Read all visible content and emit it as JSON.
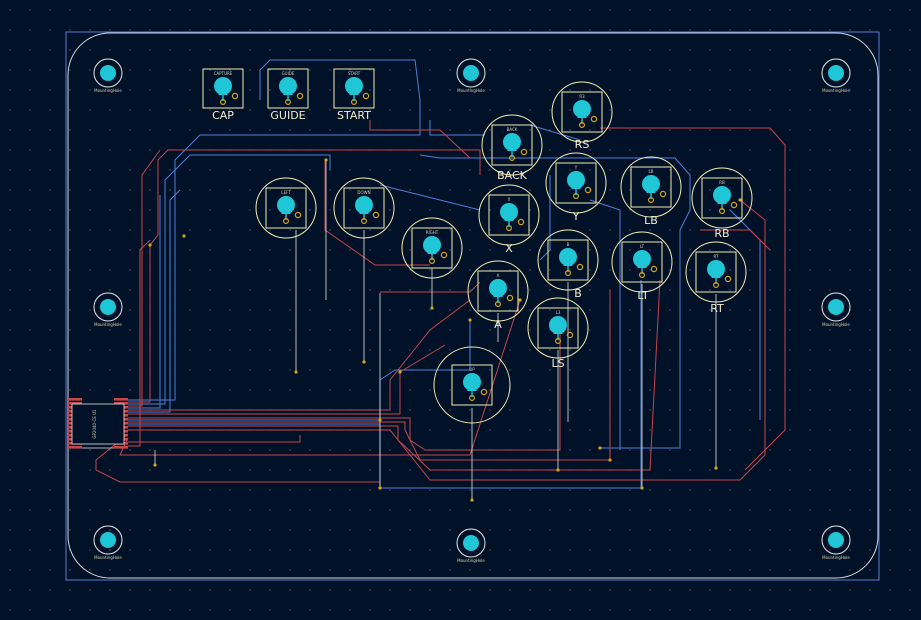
{
  "colors": {
    "background": "#011127",
    "board_outline": "#d9d9d9",
    "edge_cuts": "#5b7bd6",
    "silkscreen": "#f2ecb0",
    "pad": "#1fc6d6",
    "trace_front": "#c8454a",
    "trace_back": "#4f7fd8",
    "via": "#d8a41a"
  },
  "connector": {
    "label": "GP2040-CE\nU1"
  },
  "mounting_holes": [
    {
      "id": "mh-tl",
      "label": "MountingHole"
    },
    {
      "id": "mh-tc",
      "label": "MountingHole"
    },
    {
      "id": "mh-tr",
      "label": "MountingHole"
    },
    {
      "id": "mh-ml",
      "label": "MountingHole"
    },
    {
      "id": "mh-mr",
      "label": "MountingHole"
    },
    {
      "id": "mh-bl",
      "label": "MountingHole"
    },
    {
      "id": "mh-bc",
      "label": "MountingHole"
    },
    {
      "id": "mh-br",
      "label": "MountingHole"
    }
  ],
  "small_buttons": [
    {
      "id": "cap",
      "label": "CAP",
      "ref": "CAPTURE"
    },
    {
      "id": "guide",
      "label": "GUIDE",
      "ref": "GUIDE"
    },
    {
      "id": "start",
      "label": "START",
      "ref": "START"
    }
  ],
  "arcade_buttons": [
    {
      "id": "left",
      "label": "",
      "ref": "LEFT"
    },
    {
      "id": "down",
      "label": "",
      "ref": "DOWN"
    },
    {
      "id": "right",
      "label": "",
      "ref": "RIGHT"
    },
    {
      "id": "up",
      "label": "",
      "ref": "UP"
    },
    {
      "id": "back",
      "label": "BACK",
      "ref": "BACK"
    },
    {
      "id": "rs",
      "label": "RS",
      "ref": "R3"
    },
    {
      "id": "x",
      "label": "X",
      "ref": "X"
    },
    {
      "id": "y",
      "label": "Y",
      "ref": "Y"
    },
    {
      "id": "lb",
      "label": "LB",
      "ref": "LB"
    },
    {
      "id": "rb",
      "label": "RB",
      "ref": "RB"
    },
    {
      "id": "a",
      "label": "A",
      "ref": "A"
    },
    {
      "id": "b",
      "label": "B",
      "ref": "B"
    },
    {
      "id": "lt",
      "label": "LT",
      "ref": "LT"
    },
    {
      "id": "rt",
      "label": "RT",
      "ref": "RT"
    },
    {
      "id": "ls",
      "label": "LS",
      "ref": "L3"
    }
  ]
}
